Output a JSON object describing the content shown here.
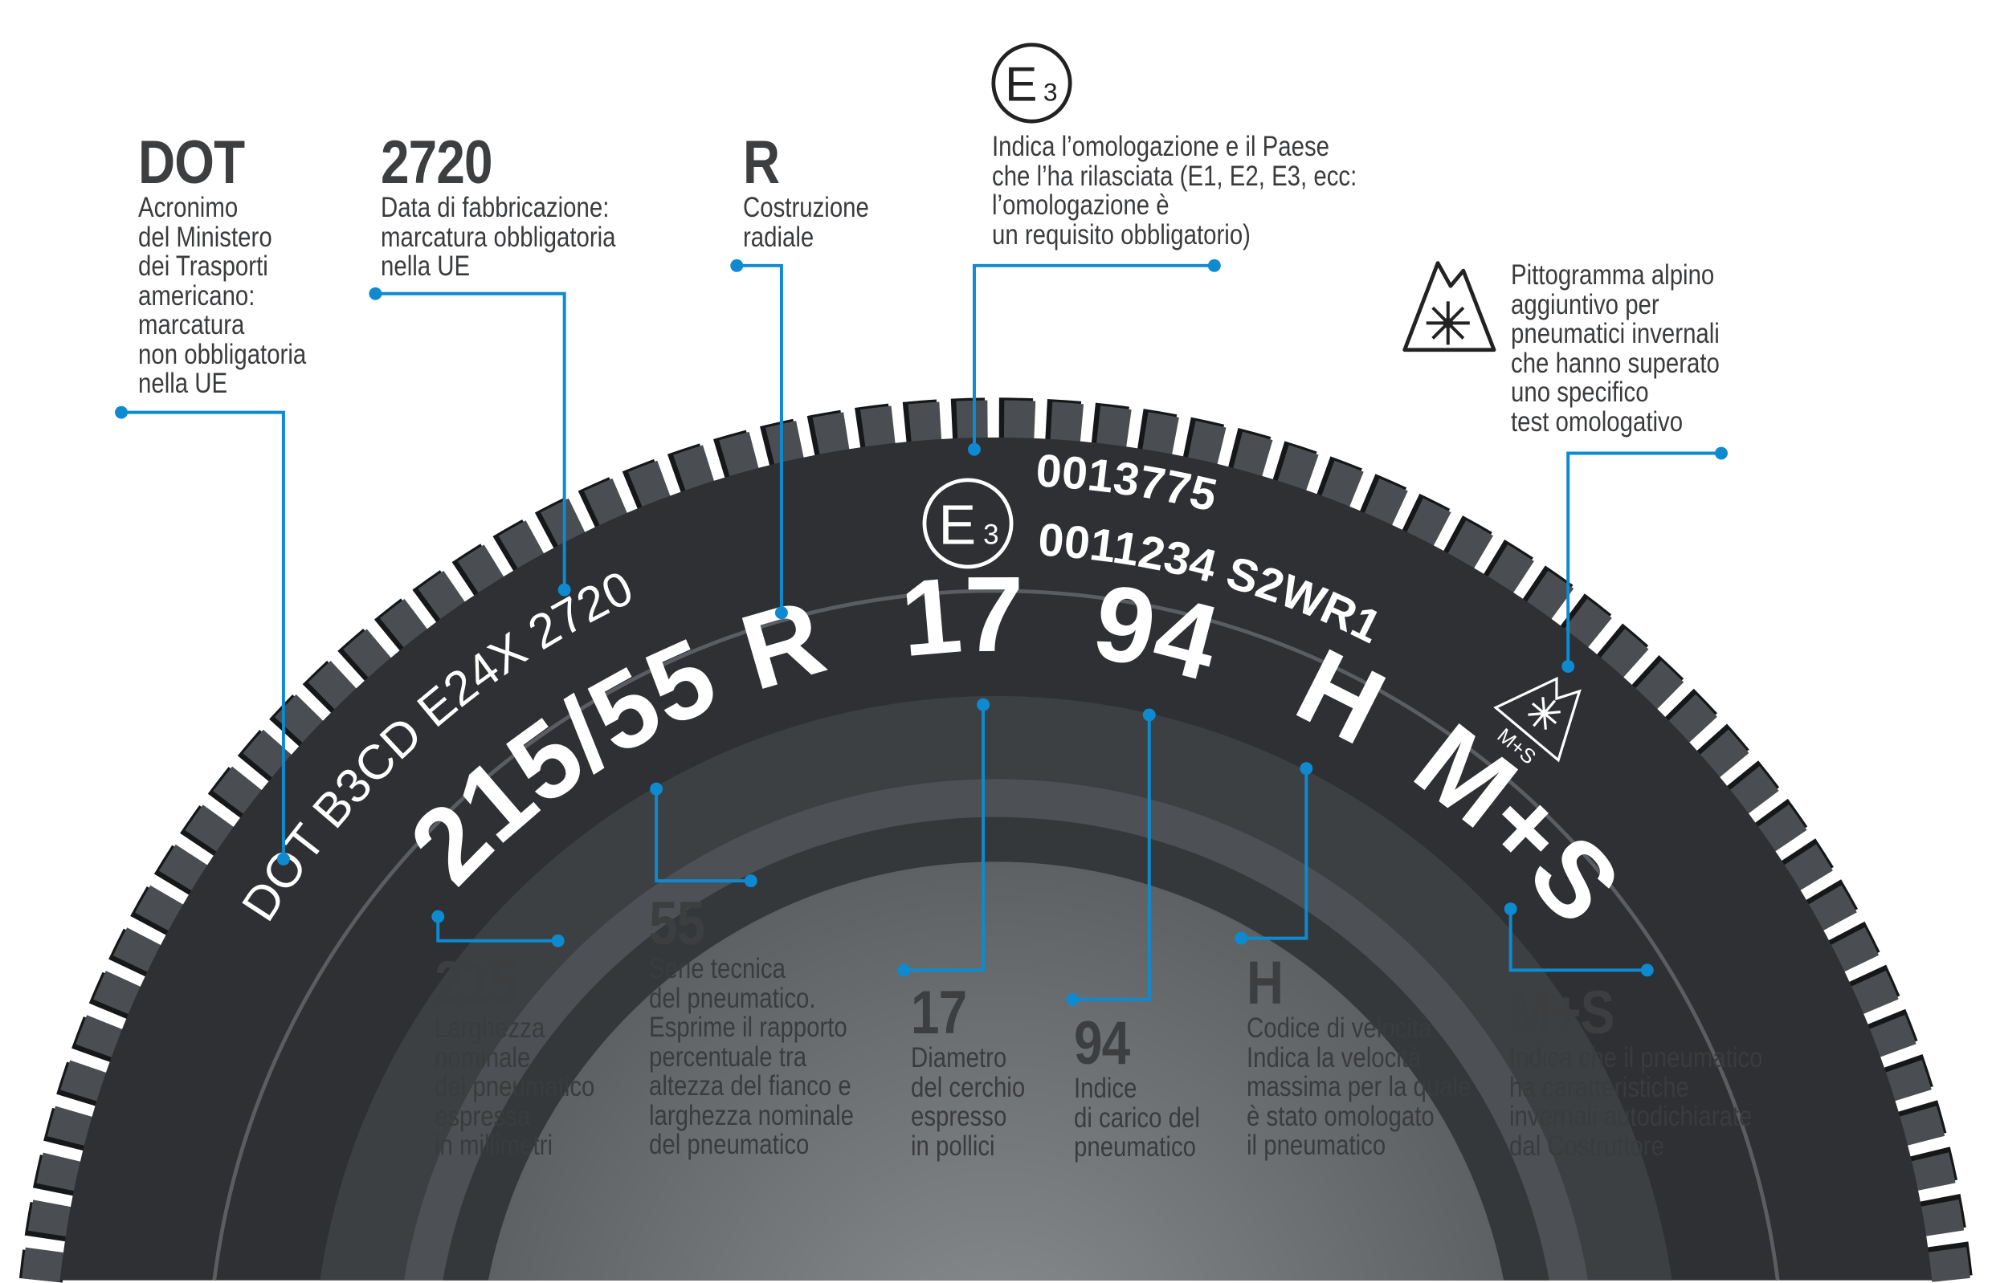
{
  "colors": {
    "leader": "#0d8ad0",
    "tire_dark": "#2e3033",
    "tread": "#4a4d51",
    "text": "#3a3b3d"
  },
  "tire": {
    "size_marking": [
      "215/55",
      "R",
      "17",
      "94",
      "H",
      "M+S"
    ],
    "dot_marking": "DOT B3CD E24X 2720",
    "approval_mark": {
      "letter": "E",
      "number": "3"
    },
    "approval_line1": "0013775",
    "approval_line2": "0011234 S2WR1",
    "alpine_mark": "M+S"
  },
  "callouts": {
    "dot": {
      "title": "DOT",
      "body": "Acronimo\ndel Ministero\ndei Trasporti\namericano:\nmarcatura\nnon obbligatoria\nnella UE"
    },
    "date": {
      "title": "2720",
      "body": "Data di fabbricazione:\nmarcatura obbligatoria\nnella UE"
    },
    "radial": {
      "title": "R",
      "body": "Costruzione\nradiale"
    },
    "approval": {
      "icon_letter": "E",
      "icon_number": "3",
      "body": "Indica l’omologazione e il Paese\nche l’ha rilasciata (E1, E2, E3, ecc:\nl’omologazione è\nun requisito obbligatorio)"
    },
    "alpine": {
      "body": "Pittogramma alpino\naggiuntivo per\npneumatici invernali\nche hanno superato\nuno specifico\ntest omologativo"
    },
    "width": {
      "title": "215",
      "body": "Larghezza\nnominale\ndel pneumatico\nespressa\nin millimetri"
    },
    "series": {
      "title": "55",
      "body": "Serie tecnica\ndel pneumatico.\nEsprime il rapporto\npercentuale tra\naltezza del fianco e\nlarghezza nominale\ndel pneumatico"
    },
    "rim": {
      "title": "17",
      "body": "Diametro\ndel cerchio\nespresso\nin pollici"
    },
    "load": {
      "title": "94",
      "body": "Indice\ndi carico del\npneumatico"
    },
    "speed": {
      "title": "H",
      "body": "Codice di velocità.\nIndica la velocità\nmassima per la quale\nè stato omologato\nil pneumatico"
    },
    "ms": {
      "title": "M+S",
      "body": "Indica che il pneumatico\nha caratteristiche\ninvernali autodichiarate\ndal Costruttore"
    }
  }
}
